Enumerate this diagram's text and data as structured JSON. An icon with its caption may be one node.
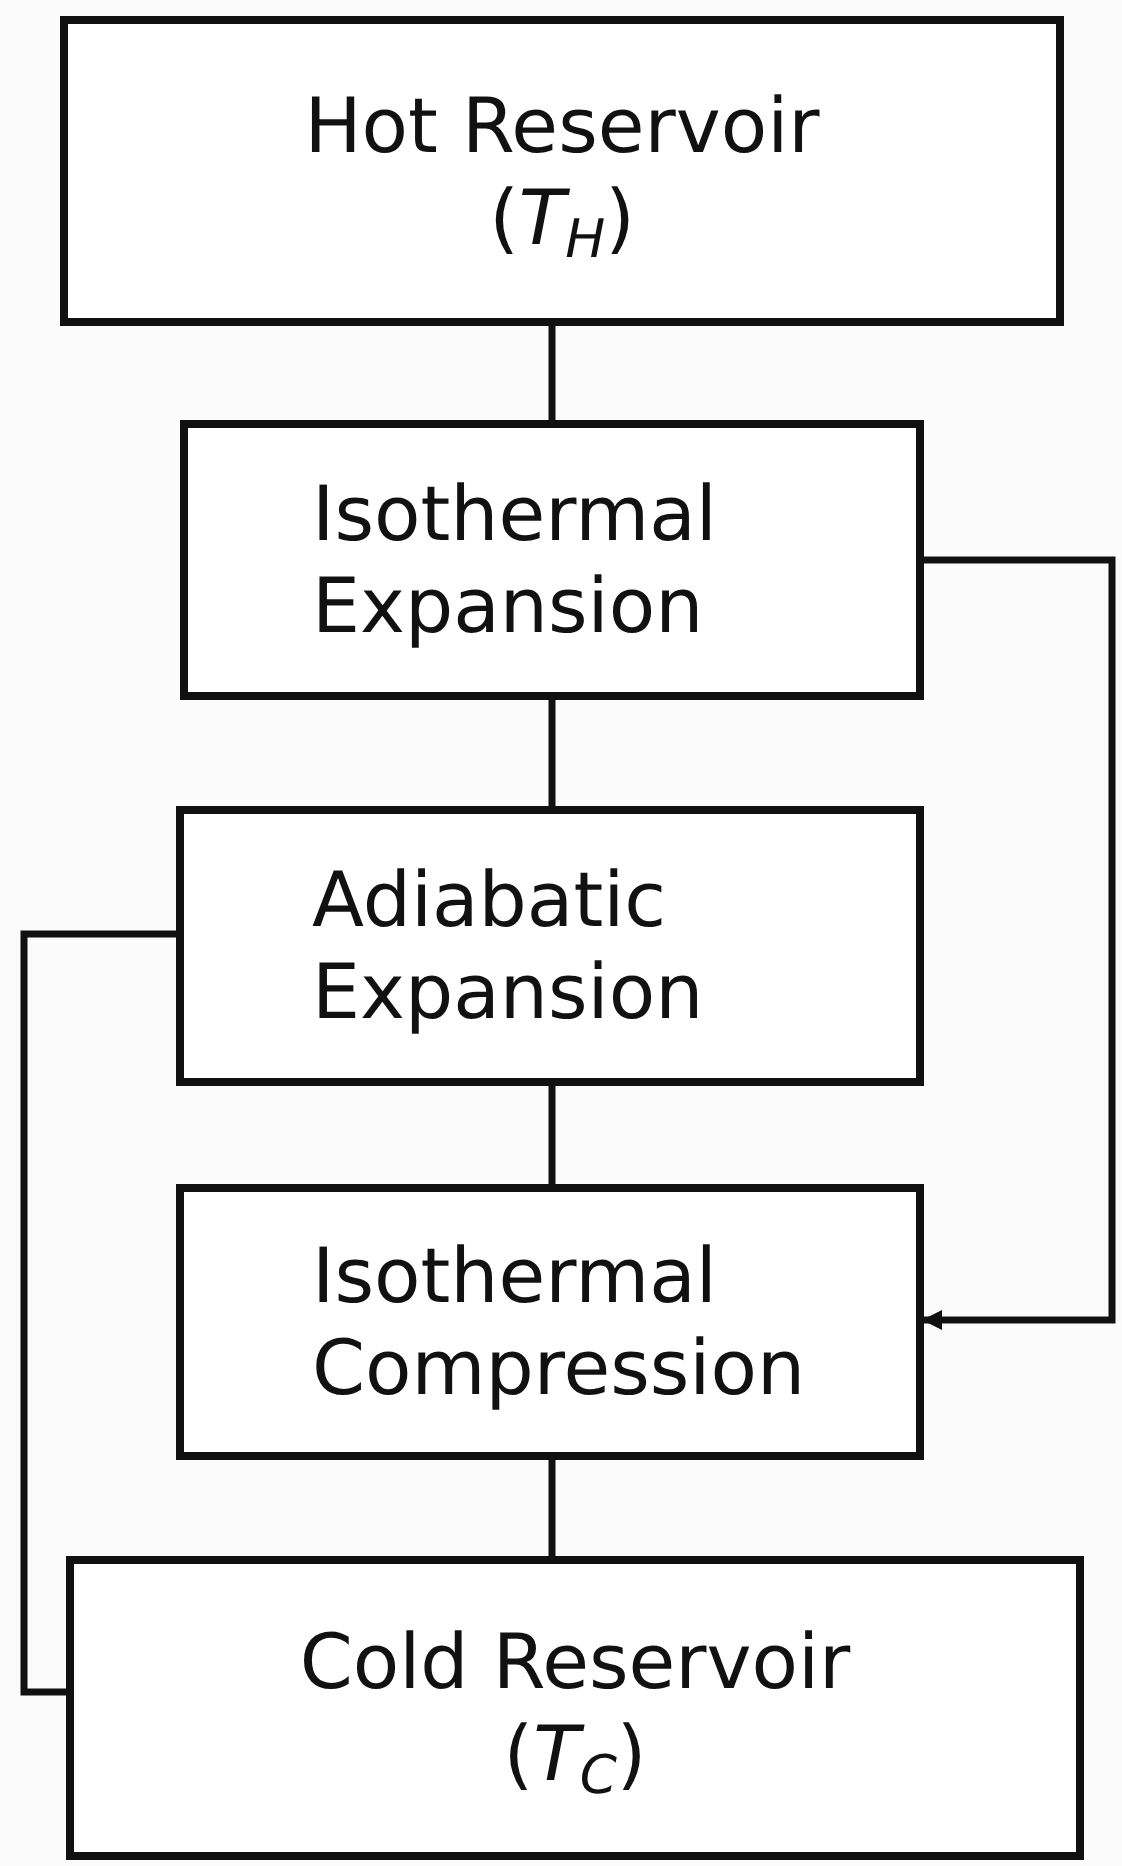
{
  "diagram": {
    "nodes": [
      {
        "text": [
          "Hot Reservoir",
          "(*T*$_{H}$)"
        ]
      },
      {
        "text": [
          "Isothermal Expansion"
        ]
      },
      {
        "text": [
          "Adiabatic Expansion"
        ]
      },
      {
        "text": [
          "Isothermal Compression"
        ]
      },
      {
        "text": [
          "Cold Reservoir",
          "(*T*$_{C}$)"
        ]
      }
    ],
    "edges": [
      {
        "from": 0,
        "to": 1,
        "arrow": "none"
      },
      {
        "from": 1,
        "to": 2,
        "arrow": "none"
      },
      {
        "from": 2,
        "to": 3,
        "arrow": "none"
      },
      {
        "from": 3,
        "to": 4,
        "arrow": "none"
      },
      {
        "from": 1,
        "to": 3,
        "arrow": "to"
      },
      {
        "from": 2,
        "to": 4,
        "arrow": "none"
      }
    ]
  }
}
